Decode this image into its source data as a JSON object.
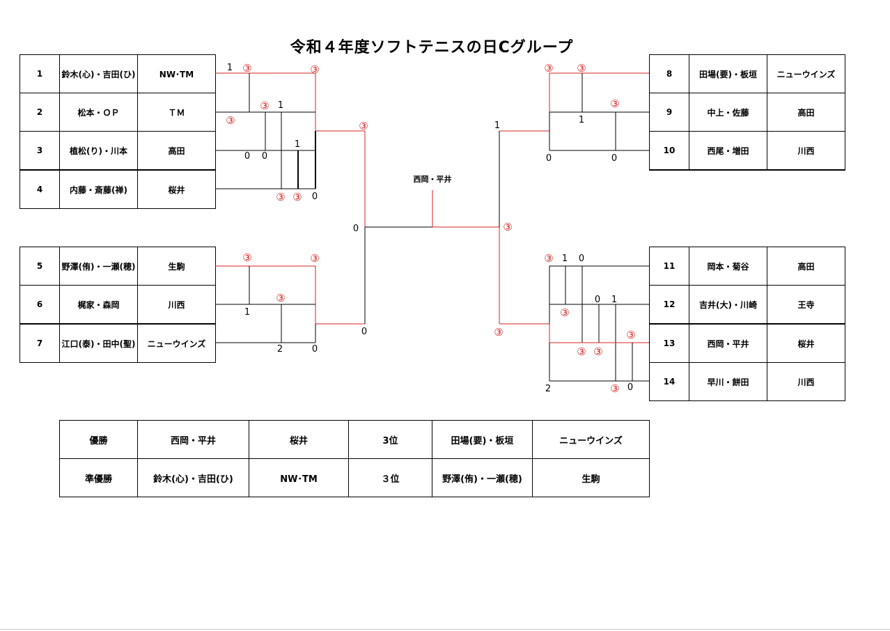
{
  "title": "令和４年度ソフトテニスの日Cグループ",
  "center_label": "西岡・平井",
  "left_top": [
    {
      "num": "1",
      "name": "鈴木(心)・吉田(ひ)",
      "team": "NW･TM"
    },
    {
      "num": "2",
      "name": "松本・ＯＰ",
      "team": "ＴＭ"
    },
    {
      "num": "3",
      "name": "植松(り)・川本",
      "team": "高田"
    },
    {
      "num": "4",
      "name": "内藤・斎藤(禅)",
      "team": "桜井"
    }
  ],
  "left_bottom": [
    {
      "num": "5",
      "name": "野澤(侑)・一瀬(穂)",
      "team": "生駒"
    },
    {
      "num": "6",
      "name": "梶家・森岡",
      "team": "川西"
    },
    {
      "num": "7",
      "name": "江口(泰)・田中(聖)",
      "team": "ニューウインズ"
    }
  ],
  "right_top": [
    {
      "num": "8",
      "name": "田場(要)・板垣",
      "team": "ニューウインズ"
    },
    {
      "num": "9",
      "name": "中上・佐藤",
      "team": "高田"
    },
    {
      "num": "10",
      "name": "西尾・増田",
      "team": "川西"
    }
  ],
  "right_bottom": [
    {
      "num": "11",
      "name": "岡本・菊谷",
      "team": "高田"
    },
    {
      "num": "12",
      "name": "吉井(大)・川崎",
      "team": "王寺"
    },
    {
      "num": "13",
      "name": "西岡・平井",
      "team": "桜井"
    },
    {
      "num": "14",
      "name": "早川・餅田",
      "team": "川西"
    }
  ],
  "results": [
    {
      "rank": "優勝",
      "name": "西岡・平井",
      "team": "桜井",
      "rank2": "3位",
      "name2": "田場(要)・板垣",
      "team2": "ニューウインズ"
    },
    {
      "rank": "準優勝",
      "name": "鈴木(心)・吉田(ひ)",
      "team": "NW･TM",
      "rank2": "３位",
      "name2": "野澤(侑)・一瀬(穂)",
      "team2": "生駒"
    }
  ],
  "scores": {
    "s01": "1",
    "s02": "③",
    "s03": "③",
    "s04": "③",
    "s05": "1",
    "s06": "③",
    "s07": "③",
    "s08": "0",
    "s09": "0",
    "s10": "1",
    "s11": "③",
    "s12": "③",
    "s13": "0",
    "s14": "0",
    "s15": "③",
    "s16": "③",
    "s17": "③",
    "s18": "1",
    "s19": "2",
    "s20": "0",
    "s21": "0",
    "s22": "③",
    "s23": "③",
    "s24": "③",
    "s25": "1",
    "s26": "1",
    "s27": "0",
    "s28": "0",
    "s29": "③",
    "s30": "③",
    "s31": "1",
    "s32": "0",
    "s33": "0",
    "s34": "1",
    "s35": "③",
    "s36": "③",
    "s37": "③",
    "s38": "③",
    "s39": "③",
    "s40": "2",
    "s41": "③",
    "s42": "0"
  },
  "colors": {
    "win_line": "#d42020",
    "line": "#000000"
  }
}
